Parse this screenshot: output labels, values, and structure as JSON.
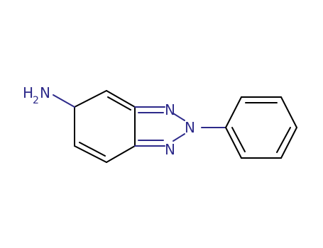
{
  "labels": {
    "amine_h": "H",
    "amine_sub": "2",
    "amine_n": "N",
    "n1": "N",
    "n2": "N",
    "n3": "N"
  },
  "colors": {
    "bond": "#000000",
    "nitrogen": "#2d2a8a",
    "background": "#ffffff"
  }
}
